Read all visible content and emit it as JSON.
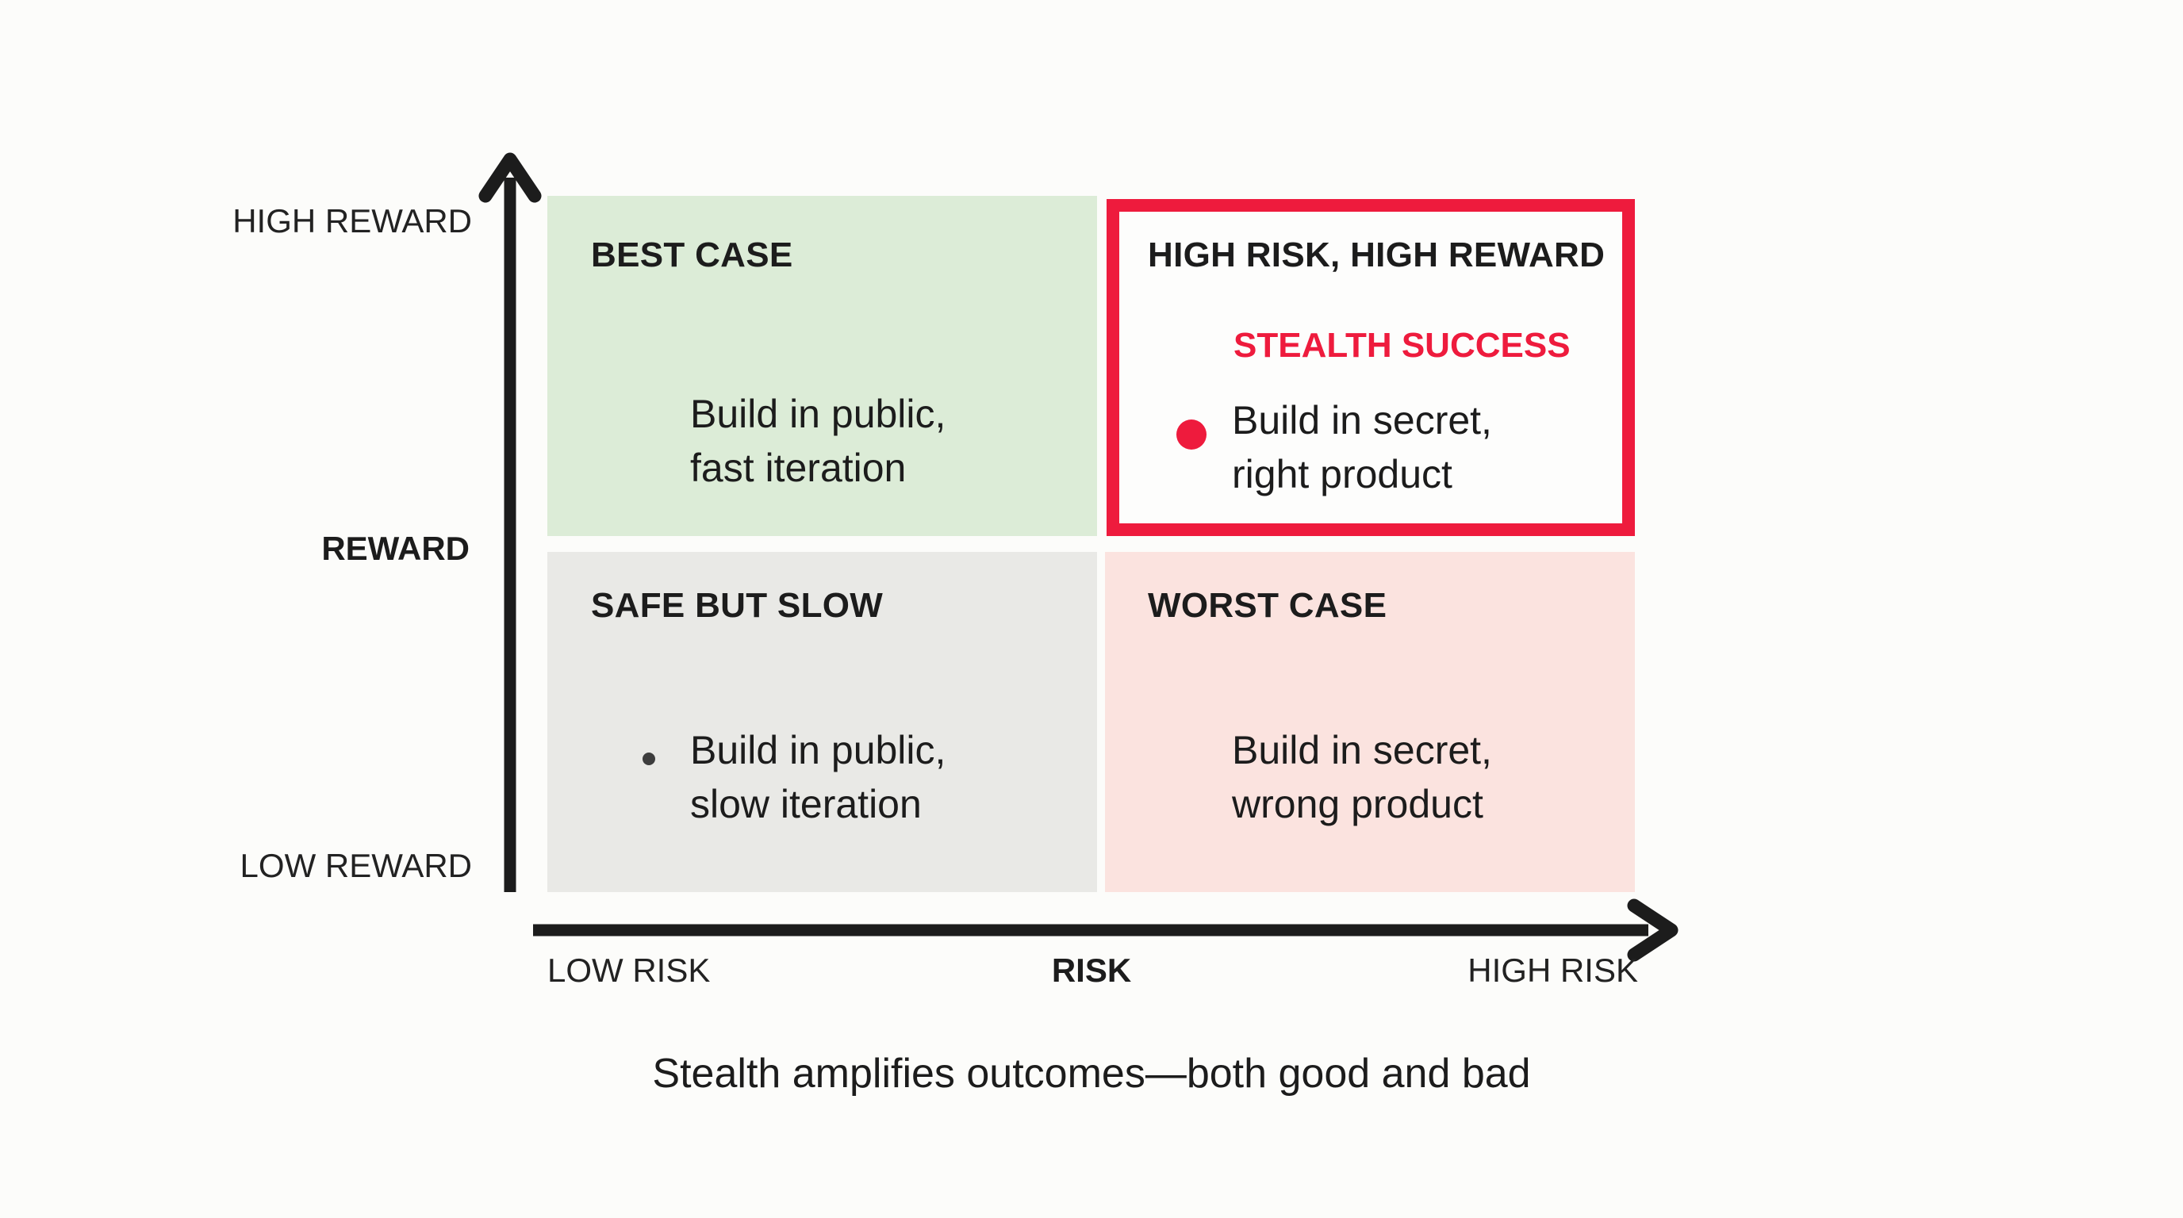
{
  "y_axis": {
    "label": "REWARD",
    "high_label": "HIGH REWARD",
    "low_label": "LOW REWARD"
  },
  "x_axis": {
    "label": "RISK",
    "low_label": "LOW RISK",
    "high_label": "HIGH RISK"
  },
  "quadrants": {
    "top_left": {
      "title": "BEST CASE",
      "body": "Build in public,\nfast iteration",
      "bg_color": "#dcecd7"
    },
    "top_right": {
      "title": "HIGH RISK, HIGH REWARD",
      "subtitle": "STEALTH SUCCESS",
      "body": "Build in secret,\nright product",
      "bg_color": "#fdfdfc",
      "border_color": "#ee1b3d",
      "marker": "red-dot"
    },
    "bottom_left": {
      "title": "SAFE BUT SLOW",
      "body": "Build in public,\nslow iteration",
      "bg_color": "#e9e9e6",
      "marker": "gray-dot"
    },
    "bottom_right": {
      "title": "WORST CASE",
      "body": "Build in secret,\nwrong product",
      "bg_color": "#fbe3df"
    }
  },
  "caption": "Stealth amplifies outcomes—both good and bad",
  "colors": {
    "accent_red": "#ee1b3d",
    "quadrant_green": "#dcecd7",
    "quadrant_gray": "#e9e9e6",
    "quadrant_pink": "#fbe3df",
    "ink": "#1c1c1c",
    "background": "#fcfcfa"
  }
}
